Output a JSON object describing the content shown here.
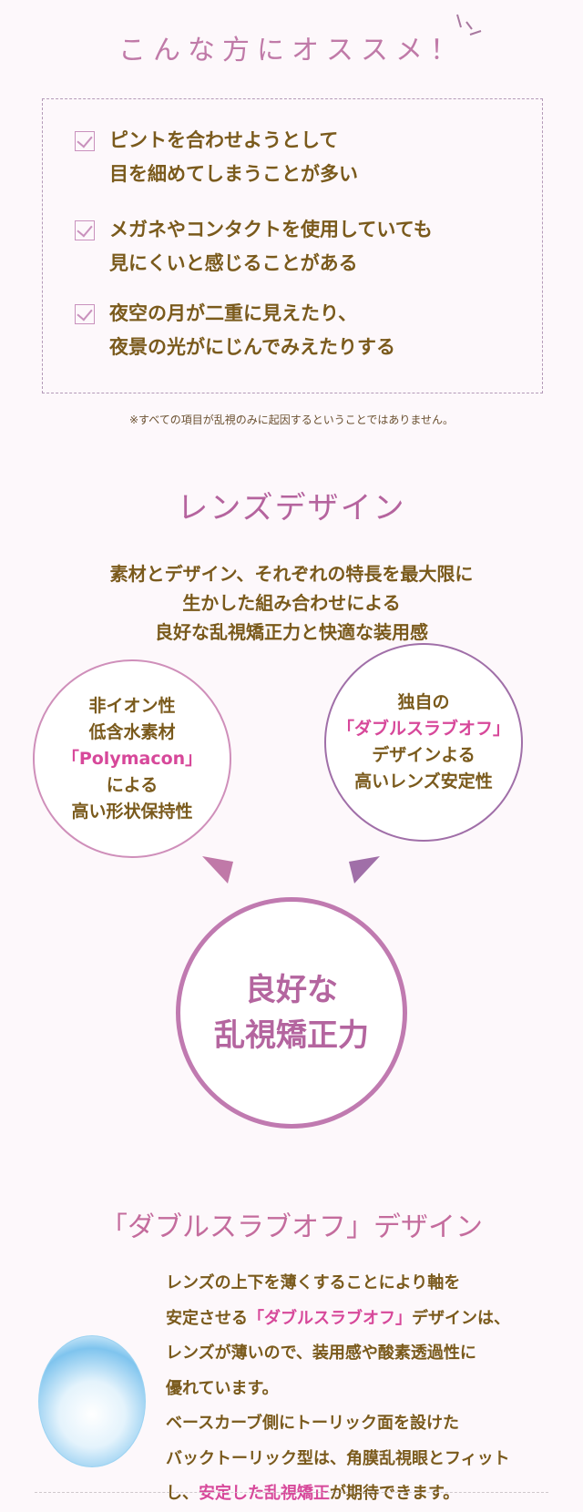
{
  "recommend": {
    "title": "こんな方にオススメ！",
    "items": [
      {
        "line1": "ピントを合わせようとして",
        "line2": "目を細めてしまうことが多い"
      },
      {
        "line1": "メガネやコンタクトを使用していても",
        "line2": "見にくいと感じることがある"
      },
      {
        "line1": "夜空の月が二重に見えたり、",
        "line2": "夜景の光がにじんでみえたりする"
      }
    ],
    "note": "※すべての項目が乱視のみに起因するということではありません。"
  },
  "lens_design": {
    "title": "レンズデザイン",
    "lead": [
      "素材とデザイン、それぞれの特長を最大限に",
      "生かした組み合わせによる",
      "良好な乱視矯正力と快適な装用感"
    ],
    "left_circle": [
      "非イオン性",
      "低含水素材",
      "「Polymacon」",
      "による",
      "高い形状保持性"
    ],
    "right_circle": [
      "独自の",
      "「ダブルスラブオフ」",
      "デザインよる",
      "高いレンズ安定性"
    ],
    "result_circle": [
      "良好な",
      "乱視矯正力"
    ]
  },
  "double_slab": {
    "title": "「ダブルスラブオフ」デザイン",
    "l1": "レンズの上下を薄くすることにより軸を",
    "l2a": "安定させる",
    "l2b": "「ダブルスラブオフ」",
    "l2c": "デザインは、",
    "l3": "レンズが薄いので、装用感や酸素透過性に",
    "l4": "優れています。",
    "l5": "ベースカーブ側にトーリック面を設けた",
    "l6": "バックトーリック型は、角膜乱視眼とフィット",
    "l7a": "し、",
    "l7b": "安定した乱視矯正",
    "l7c": "が期待できます。"
  },
  "colors": {
    "text": "#7a5a1c",
    "accent": "#c07ab0",
    "highlight": "#d7489a"
  }
}
